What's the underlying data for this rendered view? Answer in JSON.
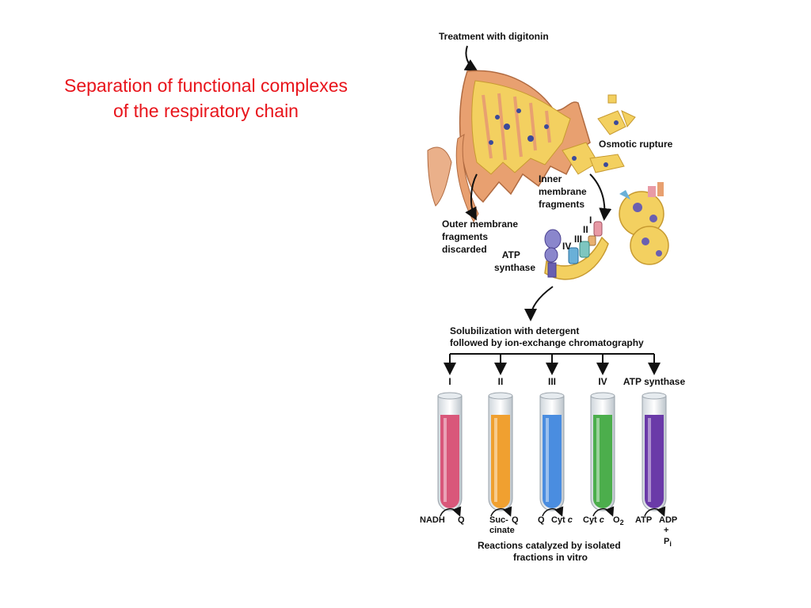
{
  "title": {
    "line1": "Separation of functional complexes",
    "line2": "of the respiratory chain"
  },
  "figure": {
    "treatment": "Treatment with digitonin",
    "osmotic": "Osmotic rupture",
    "inner": [
      "Inner",
      "membrane",
      "fragments"
    ],
    "outer": [
      "Outer membrane",
      "fragments",
      "discarded"
    ],
    "atp_synthase": [
      "ATP",
      "synthase"
    ],
    "complex_labels": [
      "I",
      "II",
      "III",
      "IV"
    ],
    "solubilization": [
      "Solubilization with detergent",
      "followed by ion-exchange chromatography"
    ],
    "fractions": [
      {
        "label": "I",
        "color": "#d9577a",
        "from": "NADH",
        "to": "Q"
      },
      {
        "label": "II",
        "color": "#f0a030",
        "from": "Suc-",
        "from2": "cinate",
        "to": "Q"
      },
      {
        "label": "III",
        "color": "#4a8de0",
        "from": "Q",
        "to": "Cyt",
        "to_italic": "c"
      },
      {
        "label": "IV",
        "color": "#4cae4c",
        "from": "Cyt",
        "from_italic": "c",
        "to": "O",
        "to_sub": "2"
      },
      {
        "label": "ATP synthase",
        "color": "#6a3aa8",
        "from": "ATP",
        "to": "ADP",
        "extra1": "+",
        "extra2": "P",
        "extra2_sub": "i"
      }
    ],
    "caption": [
      "Reactions catalyzed by isolated",
      "fractions in vitro"
    ]
  }
}
